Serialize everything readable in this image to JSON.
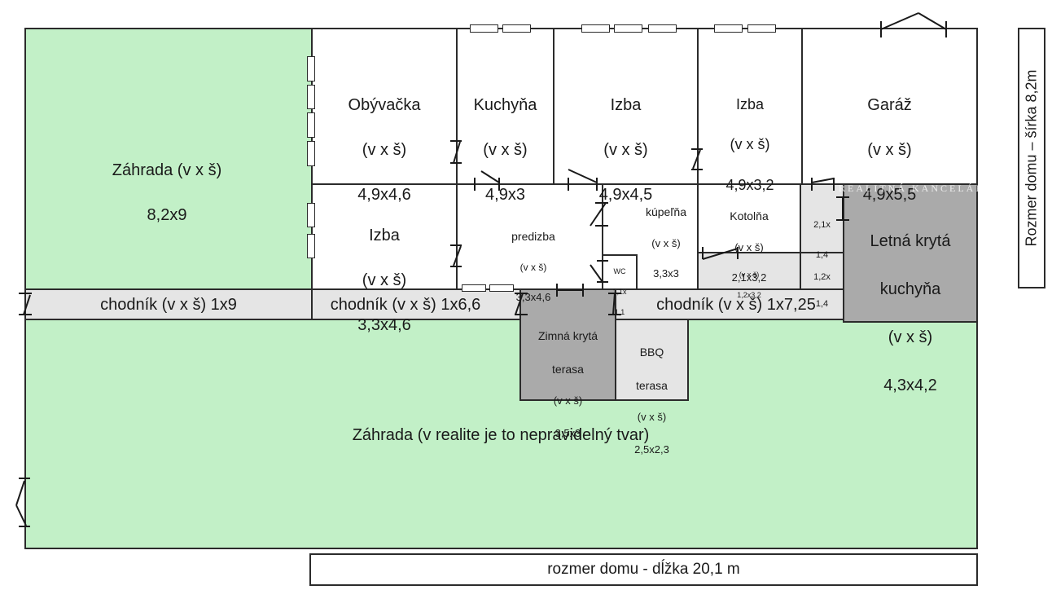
{
  "rooms": {
    "garden_top": {
      "name": "Záhrada (v x š)",
      "dims": "8,2x9"
    },
    "living": {
      "name": "Obývačka",
      "vs": "(v x š)",
      "dims": "4,9x4,6"
    },
    "kitchen": {
      "name": "Kuchyňa",
      "vs": "(v x š)",
      "dims": "4,9x3"
    },
    "room1": {
      "name": "Izba",
      "vs": "(v x š)",
      "dims": "4,9x4,5"
    },
    "room2": {
      "name": "Izba",
      "vs": "(v x š)",
      "dims": "4,9x3,2"
    },
    "garage": {
      "name": "Garáž",
      "vs": "(v x š)",
      "dims": "4,9x5,5"
    },
    "room3": {
      "name": "Izba",
      "vs": "(v x š)",
      "dims": "3,3x4,6"
    },
    "hall": {
      "name": "predizba",
      "vs": "(v x š)",
      "dims": "3,3x4,6"
    },
    "bath": {
      "name": "kúpeľňa",
      "vs": "(v x š)",
      "dims": "3,3x3"
    },
    "wc": {
      "name": "WC",
      "dims1": "1,1x",
      "dims2": "1,1"
    },
    "boiler": {
      "name": "Kotolňa",
      "vs": "(v x š)",
      "dims": "2,1x3,2"
    },
    "boiler_small": {
      "vs": "(v x š)",
      "dims": "1,2x3,2"
    },
    "small1": {
      "l1": "2,1x",
      "l2": "1,4"
    },
    "small2": {
      "l1": "1,2x",
      "l2": "1,4"
    },
    "summer_kitchen": {
      "name1": "Letná krytá",
      "name2": "kuchyňa",
      "vs": "(v x š)",
      "dims": "4,3x4,2"
    },
    "path1": {
      "label": "chodník (v x š) 1x9"
    },
    "path2": {
      "label": "chodník (v x š) 1x6,6"
    },
    "path3": {
      "label": "chodník (v x š) 1x7,25"
    },
    "winter_terrace": {
      "name1": "Zimná krytá",
      "name2": "terasa",
      "vs": "(v x š)",
      "dims": "3,5x3"
    },
    "bbq_terrace": {
      "name1": "BBQ",
      "name2": "terasa",
      "vs": "(v x š)",
      "dims": "2,5x2,3"
    },
    "garden_bottom": {
      "label": "Záhrada (v realite je to nepravidelný tvar)"
    }
  },
  "dimensions": {
    "length_label": "rozmer domu - dĺžka 20,1 m",
    "width_label": "Rozmer domu – šírka  8,2m"
  },
  "watermark": "REALITNÁ KANCELÁRIA",
  "colors": {
    "garden": "#c2f0c7",
    "path": "#e5e5e5",
    "covered": "#aaaaaa",
    "wall": "#2b2b2b"
  }
}
